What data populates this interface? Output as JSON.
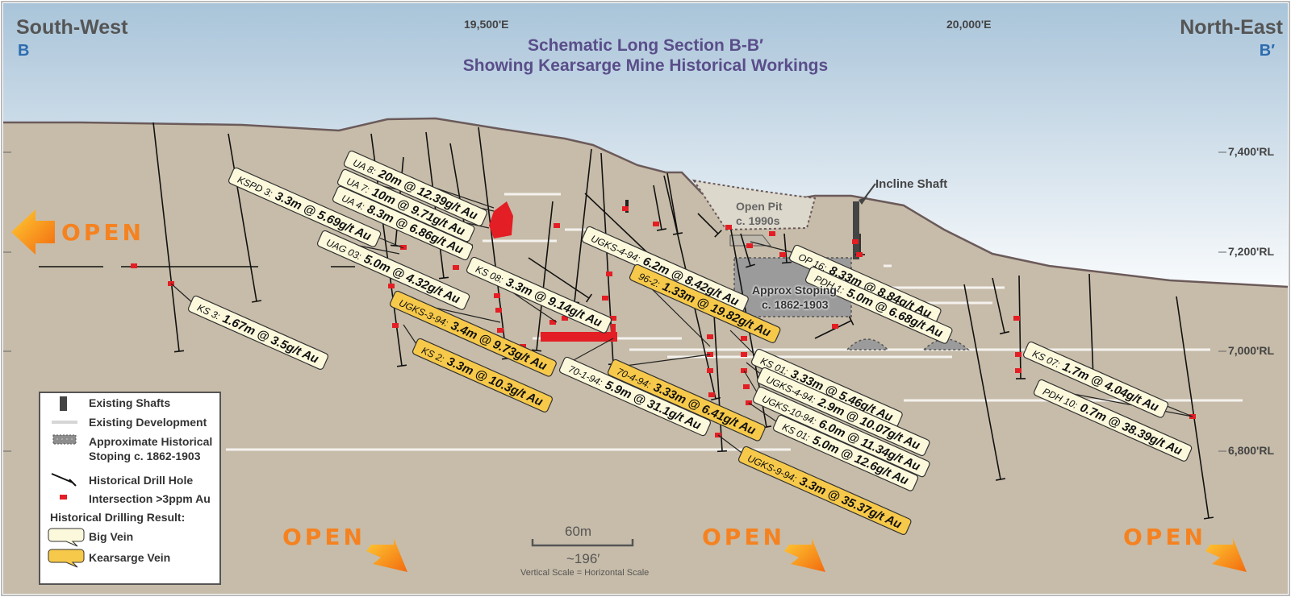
{
  "header": {
    "left_direction": "South-West",
    "left_point": "B",
    "right_direction": "North-East",
    "right_point": "B′",
    "title_line1": "Schematic Long Section B-B′",
    "title_line2": "Showing Kearsarge Mine Historical Workings"
  },
  "eastings": [
    "19,500'E",
    "20,000'E"
  ],
  "rl_labels": [
    "7,400'RL",
    "7,200'RL",
    "7,000'RL",
    "6,800'RL"
  ],
  "features": {
    "incline_shaft": "Incline Shaft",
    "open_pit_line1": "Open Pit",
    "open_pit_line2": "c. 1990s",
    "stoping_line1": "Approx Stoping",
    "stoping_line2": "c. 1862-1903"
  },
  "open_label": "OPEN",
  "intercepts": [
    {
      "hole": "UA 8:",
      "result": "20m @ 12.39g/t Au",
      "type": "big"
    },
    {
      "hole": "UA 7:",
      "result": "10m @ 9.71g/t Au",
      "type": "big"
    },
    {
      "hole": "UA 4:",
      "result": "8.3m @ 6.86g/t Au",
      "type": "big"
    },
    {
      "hole": "KSPD 3:",
      "result": "3.3m @ 5.69g/t Au",
      "type": "big"
    },
    {
      "hole": "UAG 03:",
      "result": "5.0m @ 4.32g/t Au",
      "type": "big"
    },
    {
      "hole": "KS 3:",
      "result": "1.67m @ 3.5g/t Au",
      "type": "big"
    },
    {
      "hole": "UGKS-3-94:",
      "result": "3.4m @ 9.73g/t Au",
      "type": "kearsarge"
    },
    {
      "hole": "KS 2:",
      "result": "3.3m @ 10.3g/t Au",
      "type": "kearsarge"
    },
    {
      "hole": "KS 08:",
      "result": "3.3m @ 9.14g/t Au",
      "type": "big"
    },
    {
      "hole": "UGKS-4-94:",
      "result": "6.2m @ 8.42g/t Au",
      "type": "big"
    },
    {
      "hole": "96-2:",
      "result": "1.33m @ 19.82g/t Au",
      "type": "kearsarge"
    },
    {
      "hole": "70-1-94:",
      "result": "5.9m @ 31.1g/t Au",
      "type": "big"
    },
    {
      "hole": "70-4-94:",
      "result": "3.33m @ 6.41g/t Au",
      "type": "kearsarge"
    },
    {
      "hole": "OP 16:",
      "result": "8.33m @ 8.84g/t Au",
      "type": "big"
    },
    {
      "hole": "PDH 1:",
      "result": "5.0m @ 6.68g/t Au",
      "type": "big"
    },
    {
      "hole": "KS 01:",
      "result": "3.33m @ 5.46g/t Au",
      "type": "big"
    },
    {
      "hole": "UGKS-4-94:",
      "result": "2.9m @ 10.07g/t Au",
      "type": "big"
    },
    {
      "hole": "UGKS-10-94:",
      "result": "6.0m @ 11.34g/t Au",
      "type": "big"
    },
    {
      "hole": "KS 01:",
      "result": "5.0m @ 12.6g/t Au",
      "type": "big"
    },
    {
      "hole": "UGKS-9-94:",
      "result": "3.3m @ 35.37g/t Au",
      "type": "kearsarge"
    },
    {
      "hole": "KS 07:",
      "result": "1.7m @ 4.04g/t Au",
      "type": "big"
    },
    {
      "hole": "PDH 10:",
      "result": "0.7m @ 38.39g/t Au",
      "type": "big"
    }
  ],
  "legend": {
    "existing_shafts": "Existing Shafts",
    "existing_development": "Existing Development",
    "stoping_line1": "Approximate Historical",
    "stoping_line2": "Stoping c. 1862-1903",
    "drill_hole": "Historical Drill Hole",
    "intersection": "Intersection >3ppm Au",
    "result_heading": "Historical Drilling Result:",
    "big_vein": "Big Vein",
    "kearsarge_vein": "Kearsarge Vein"
  },
  "scale": {
    "metres": "60m",
    "feet": "~196′",
    "note": "Vertical Scale = Horizontal Scale"
  },
  "colors": {
    "ground": "#c7bca9",
    "sky_top": "#a9c4d9",
    "title": "#5a4e8a",
    "big_vein_fill": "#fbf8dc",
    "kearsarge_fill": "#f7c94a",
    "intersection": "#e31e24",
    "open_text": "#f58220",
    "stoping": "#8a8a8a"
  }
}
